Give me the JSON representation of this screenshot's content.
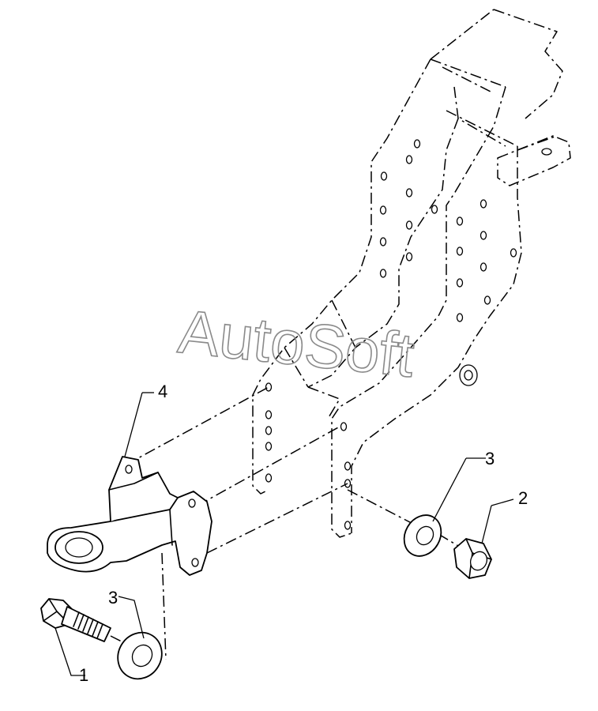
{
  "watermark": "AutoSoft",
  "callouts": {
    "bolt": "1",
    "nut": "2",
    "washer_right": "3",
    "washer_left": "3",
    "tow_eye": "4"
  }
}
